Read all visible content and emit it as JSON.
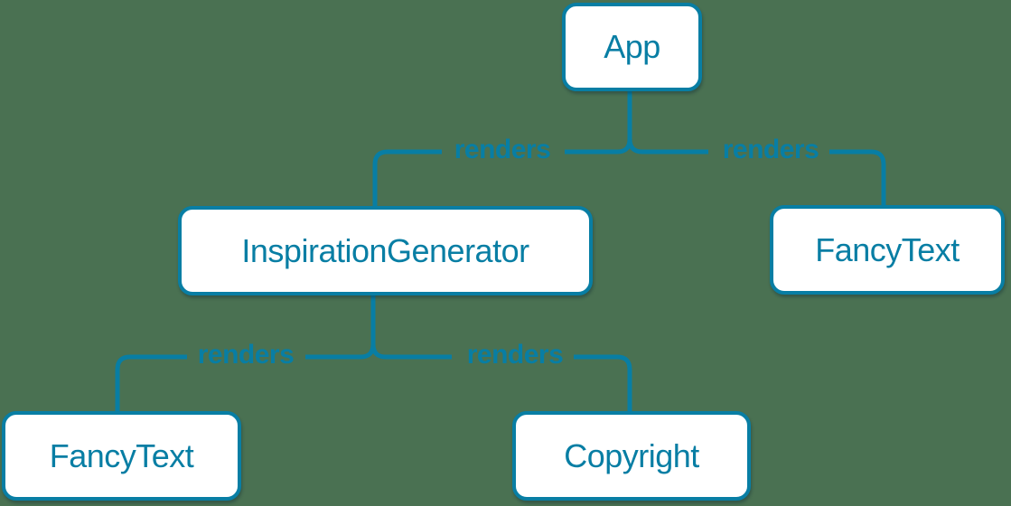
{
  "colors": {
    "accent": "#087EA4",
    "background": "#4A7152",
    "node_fill": "#FFFFFF"
  },
  "tree": {
    "nodes": [
      {
        "id": "app",
        "label": "App"
      },
      {
        "id": "inspiration-generator",
        "label": "InspirationGenerator"
      },
      {
        "id": "fancy-text-top",
        "label": "FancyText"
      },
      {
        "id": "fancy-text-bottom",
        "label": "FancyText"
      },
      {
        "id": "copyright",
        "label": "Copyright"
      }
    ],
    "edges": [
      {
        "from": "App",
        "to": "InspirationGenerator",
        "label": "renders"
      },
      {
        "from": "App",
        "to": "FancyText",
        "label": "renders"
      },
      {
        "from": "InspirationGenerator",
        "to": "FancyText",
        "label": "renders"
      },
      {
        "from": "InspirationGenerator",
        "to": "Copyright",
        "label": "renders"
      }
    ]
  }
}
